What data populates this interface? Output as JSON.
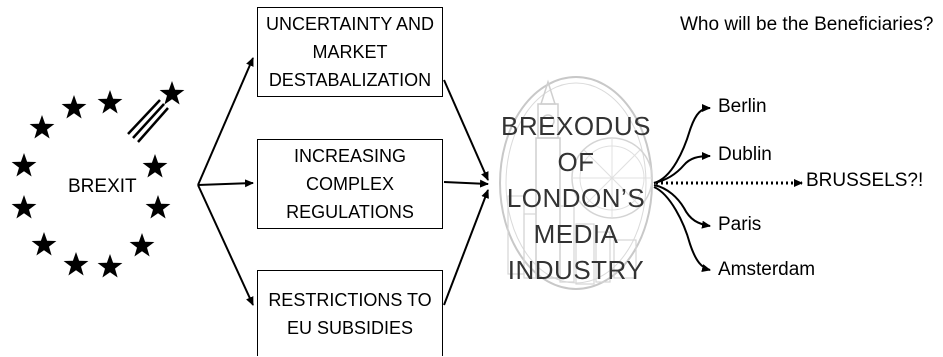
{
  "brexit": {
    "label": "BREXIT"
  },
  "factors": [
    {
      "lines": [
        "UNCERTAINTY AND",
        "MARKET",
        "DESTABALIZATION"
      ]
    },
    {
      "lines": [
        "INCREASING",
        "COMPLEX",
        "REGULATIONS"
      ]
    },
    {
      "lines": [
        "RESTRICTIONS TO",
        "EU SUBSIDIES"
      ]
    }
  ],
  "center": {
    "lines": [
      "BREXODUS OF",
      "LONDON’S",
      "MEDIA",
      "INDUSTRY"
    ]
  },
  "question": "Who will be the Beneficiaries?",
  "beneficiaries": [
    "Berlin",
    "Dublin",
    "Paris",
    "Amsterdam"
  ],
  "highlight": "BRUSSELS?!"
}
